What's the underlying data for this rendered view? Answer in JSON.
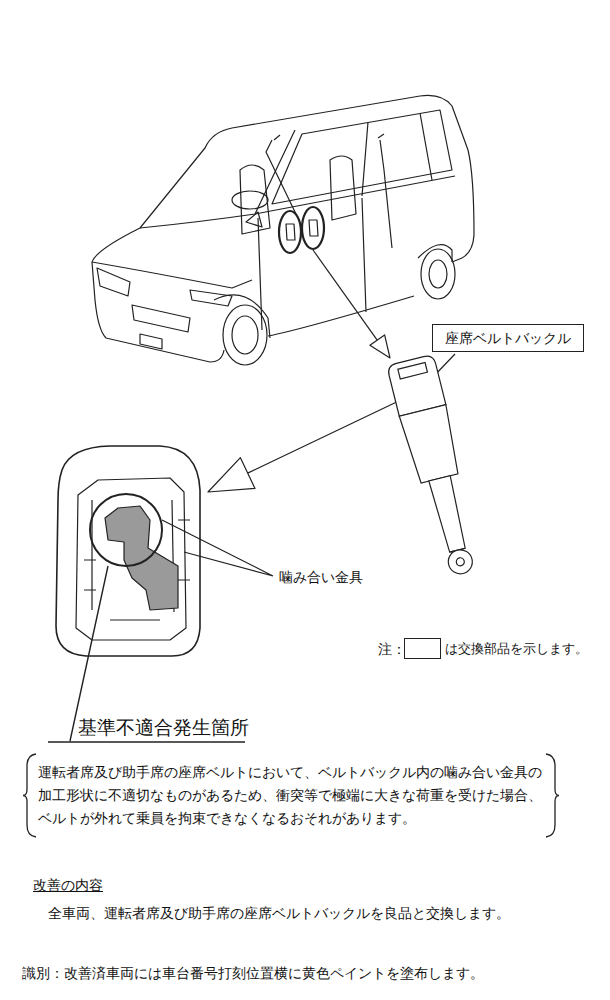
{
  "diagram": {
    "nodes": [
      {
        "text": [
          "座席ベルトバックル"
        ]
      },
      {
        "text": [
          "基準不適合発生箇所",
          "運転者席及び助手席の座席ベルトにおいて、ベルトバックル内の噛み合い金具の 加工形状に不適切なものがあるため、衝突等で極端に大きな荷重を受けた場合、 ベルトが外れて乗員を拘束できなくなるおそれがあります。"
        ]
      }
    ],
    "labels": [
      "噛み合い金具",
      "注：",
      "改善の内容",
      "全車両、運転者席及び助手席の座席ベルトバックルを良品と交換します。",
      "識別：改善済車両には車台番号打刻位置横に黄色ペイントを塗布します。"
    ],
    "legend": [
      {
        "text": "は交換部品を示します。"
      }
    ]
  }
}
